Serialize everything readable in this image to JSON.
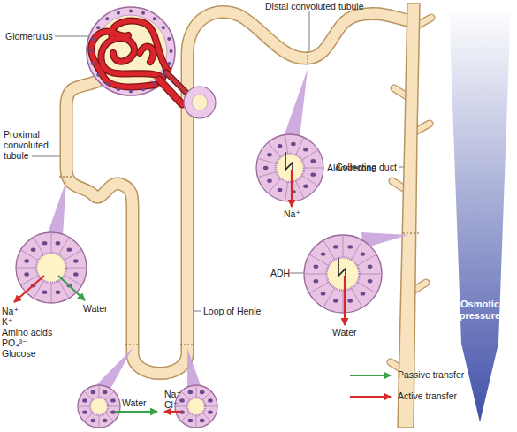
{
  "diagram": {
    "nodes": [
      {
        "text": [
          "Osmotic pressure"
        ]
      }
    ],
    "labels": [
      "Glomerulus",
      "Distal convoluted tubule",
      "Proximal convoluted tubule",
      "Collecting duct",
      "Aldosterone",
      "Na⁺",
      "Na⁺",
      "K⁺",
      "Amino acids",
      "PO₄³⁻",
      "Glucose",
      "Water",
      "ADH",
      "Water",
      "Loop of Henle",
      "Water",
      "Na⁺",
      "Cl⁻"
    ],
    "legend": [
      {
        "text": "Passive transfer"
      },
      {
        "text": "Active transfer"
      }
    ]
  }
}
